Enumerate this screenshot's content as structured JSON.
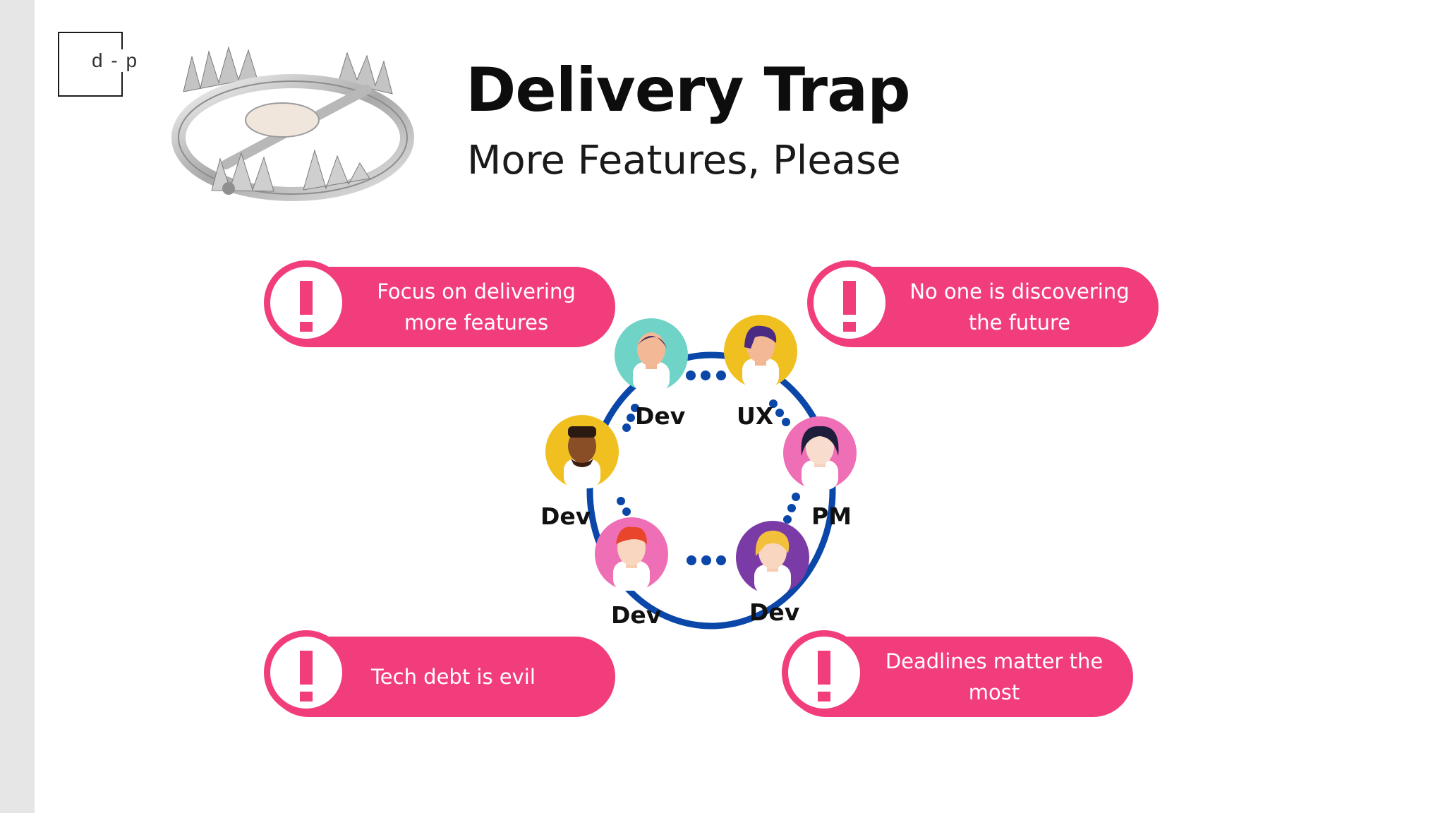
{
  "logo": {
    "text": "d - p"
  },
  "header": {
    "title": "Delivery Trap",
    "subtitle": "More Features, Please"
  },
  "callouts": [
    {
      "text": "Focus on delivering\nmore features"
    },
    {
      "text": "No one is discovering\nthe future"
    },
    {
      "text": "Tech debt is evil"
    },
    {
      "text": "Deadlines matter the\nmost"
    }
  ],
  "team": [
    {
      "role": "Dev"
    },
    {
      "role": "UX"
    },
    {
      "role": "Dev"
    },
    {
      "role": "PM"
    },
    {
      "role": "Dev"
    },
    {
      "role": "Dev"
    }
  ],
  "colors": {
    "accent": "#f23d7c",
    "ring": "#0a47a8"
  }
}
